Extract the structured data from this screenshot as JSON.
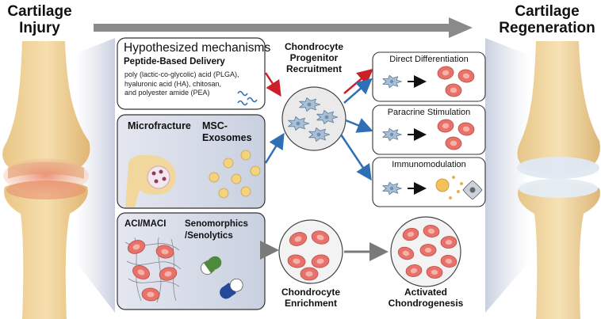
{
  "headers": {
    "left": "Cartilage\nInjury",
    "right": "Cartilage\nRegeneration"
  },
  "mechanisms": {
    "title": "Hypothesized mechanisms",
    "peptide_label": "Peptide-Based Delivery",
    "polymers": "poly (lactic-co-glycolic) acid (PLGA),\nhyaluronic acid (HA), chitosan,\nand polyester amide (PEA)"
  },
  "microfracture": {
    "label": "Microfracture"
  },
  "exosomes": {
    "label": "MSC-\nExosomes"
  },
  "aci": {
    "label": "ACI/MACI"
  },
  "senomorphics": {
    "label": "Senomorphics\n/Senolytics"
  },
  "center": {
    "recruitment": "Chondrocyte\nProgenitor\nRecruitment",
    "enrichment": "Chondrocyte\nEnrichment",
    "chondrogenesis": "Activated\nChondrogenesis"
  },
  "outcomes": [
    {
      "label": "Direct Differentiation"
    },
    {
      "label": "Paracrine Stimulation"
    },
    {
      "label": "Immunomodulation"
    }
  ],
  "colors": {
    "arrow_red": "#cc1f2a",
    "arrow_blue": "#2f6fb5",
    "arrow_gray": "#7a7a7a",
    "chondrocyte": "#e8716a",
    "progenitor": "#a9bfd6",
    "exosome": "#f3d37e",
    "panel_bg": "#dfe3ee"
  }
}
